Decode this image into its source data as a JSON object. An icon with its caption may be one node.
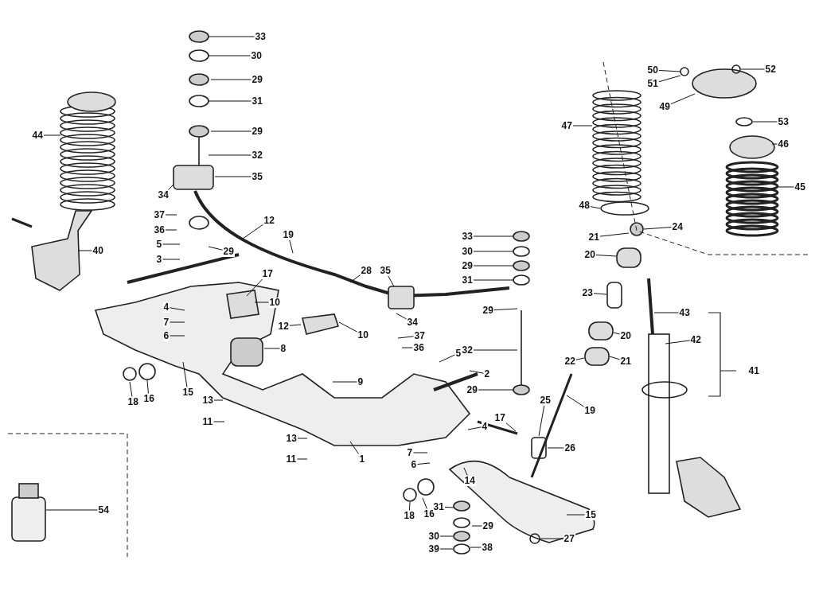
{
  "diagram": {
    "nodes": [
      {
        "text": [
          "33"
        ]
      },
      {
        "text": [
          "30"
        ]
      },
      {
        "text": [
          "29"
        ]
      },
      {
        "text": [
          "31"
        ]
      },
      {
        "text": [
          "29"
        ]
      },
      {
        "text": [
          "32"
        ]
      },
      {
        "text": [
          "35"
        ]
      },
      {
        "text": [
          "34"
        ]
      },
      {
        "text": [
          "44"
        ]
      },
      {
        "text": [
          "40"
        ]
      },
      {
        "text": [
          "37"
        ]
      },
      {
        "text": [
          "36"
        ]
      },
      {
        "text": [
          "5"
        ]
      },
      {
        "text": [
          "3"
        ]
      },
      {
        "text": [
          "12"
        ]
      },
      {
        "text": [
          "19"
        ]
      },
      {
        "text": [
          "29"
        ]
      },
      {
        "text": [
          "17"
        ]
      },
      {
        "text": [
          "10"
        ]
      },
      {
        "text": [
          "4"
        ]
      },
      {
        "text": [
          "7"
        ]
      },
      {
        "text": [
          "6"
        ]
      },
      {
        "text": [
          "12"
        ]
      },
      {
        "text": [
          "10"
        ]
      },
      {
        "text": [
          "8"
        ]
      },
      {
        "text": [
          "9"
        ]
      },
      {
        "text": [
          "18"
        ]
      },
      {
        "text": [
          "16"
        ]
      },
      {
        "text": [
          "15"
        ]
      },
      {
        "text": [
          "13"
        ]
      },
      {
        "text": [
          "11"
        ]
      },
      {
        "text": [
          "13"
        ]
      },
      {
        "text": [
          "11"
        ]
      },
      {
        "text": [
          "1"
        ]
      },
      {
        "text": [
          "28"
        ]
      },
      {
        "text": [
          "35"
        ]
      },
      {
        "text": [
          "33"
        ]
      },
      {
        "text": [
          "30"
        ]
      },
      {
        "text": [
          "29"
        ]
      },
      {
        "text": [
          "31"
        ]
      },
      {
        "text": [
          "29"
        ]
      },
      {
        "text": [
          "34"
        ]
      },
      {
        "text": [
          "37"
        ]
      },
      {
        "text": [
          "36"
        ]
      },
      {
        "text": [
          "5"
        ]
      },
      {
        "text": [
          "32"
        ]
      },
      {
        "text": [
          "2"
        ]
      },
      {
        "text": [
          "29"
        ]
      },
      {
        "text": [
          "17"
        ]
      },
      {
        "text": [
          "4"
        ]
      },
      {
        "text": [
          "7"
        ]
      },
      {
        "text": [
          "6"
        ]
      },
      {
        "text": [
          "25"
        ]
      },
      {
        "text": [
          "19"
        ]
      },
      {
        "text": [
          "26"
        ]
      },
      {
        "text": [
          "14"
        ]
      },
      {
        "text": [
          "18"
        ]
      },
      {
        "text": [
          "16"
        ]
      },
      {
        "text": [
          "31"
        ]
      },
      {
        "text": [
          "29"
        ]
      },
      {
        "text": [
          "30"
        ]
      },
      {
        "text": [
          "39"
        ]
      },
      {
        "text": [
          "38"
        ]
      },
      {
        "text": [
          "27"
        ]
      },
      {
        "text": [
          "15"
        ]
      },
      {
        "text": [
          "54"
        ]
      },
      {
        "text": [
          "47"
        ]
      },
      {
        "text": [
          "48"
        ]
      },
      {
        "text": [
          "24"
        ]
      },
      {
        "text": [
          "21"
        ]
      },
      {
        "text": [
          "20"
        ]
      },
      {
        "text": [
          "23"
        ]
      },
      {
        "text": [
          "20"
        ]
      },
      {
        "text": [
          "22"
        ]
      },
      {
        "text": [
          "21"
        ]
      },
      {
        "text": [
          "43"
        ]
      },
      {
        "text": [
          "42"
        ]
      },
      {
        "text": [
          "50"
        ]
      },
      {
        "text": [
          "51"
        ]
      },
      {
        "text": [
          "52"
        ]
      },
      {
        "text": [
          "49"
        ]
      },
      {
        "text": [
          "53"
        ]
      },
      {
        "text": [
          "46"
        ]
      },
      {
        "text": [
          "45"
        ]
      },
      {
        "text": [
          "41"
        ]
      }
    ],
    "edges": [
      {
        "from": 0,
        "to": null,
        "arrow": "none"
      },
      {
        "from": 1,
        "to": null,
        "arrow": "none"
      },
      {
        "from": 2,
        "to": null,
        "arrow": "none"
      },
      {
        "from": 3,
        "to": null,
        "arrow": "none"
      },
      {
        "from": 4,
        "to": null,
        "arrow": "none"
      },
      {
        "from": 5,
        "to": null,
        "arrow": "none"
      },
      {
        "from": 6,
        "to": null,
        "arrow": "none"
      },
      {
        "from": 7,
        "to": null,
        "arrow": "none"
      },
      {
        "from": 8,
        "to": null,
        "arrow": "none"
      },
      {
        "from": 9,
        "to": null,
        "arrow": "none"
      },
      {
        "from": 10,
        "to": null,
        "arrow": "none"
      },
      {
        "from": 11,
        "to": null,
        "arrow": "none"
      },
      {
        "from": 12,
        "to": null,
        "arrow": "none"
      },
      {
        "from": 13,
        "to": null,
        "arrow": "none"
      },
      {
        "from": 14,
        "to": null,
        "arrow": "none"
      },
      {
        "from": 15,
        "to": null,
        "arrow": "none"
      },
      {
        "from": 16,
        "to": null,
        "arrow": "none"
      },
      {
        "from": 17,
        "to": null,
        "arrow": "none"
      },
      {
        "from": 18,
        "to": null,
        "arrow": "none"
      },
      {
        "from": 19,
        "to": null,
        "arrow": "none"
      },
      {
        "from": 20,
        "to": null,
        "arrow": "none"
      },
      {
        "from": 21,
        "to": null,
        "arrow": "none"
      },
      {
        "from": 22,
        "to": null,
        "arrow": "none"
      },
      {
        "from": 23,
        "to": null,
        "arrow": "none"
      },
      {
        "from": 24,
        "to": null,
        "arrow": "none"
      },
      {
        "from": 25,
        "to": null,
        "arrow": "none"
      },
      {
        "from": 26,
        "to": null,
        "arrow": "none"
      },
      {
        "from": 27,
        "to": null,
        "arrow": "none"
      },
      {
        "from": 28,
        "to": null,
        "arrow": "none"
      },
      {
        "from": 29,
        "to": null,
        "arrow": "none"
      },
      {
        "from": 30,
        "to": null,
        "arrow": "none"
      },
      {
        "from": 31,
        "to": null,
        "arrow": "none"
      },
      {
        "from": 32,
        "to": null,
        "arrow": "none"
      },
      {
        "from": 33,
        "to": null,
        "arrow": "none"
      },
      {
        "from": 34,
        "to": null,
        "arrow": "none"
      },
      {
        "from": 35,
        "to": null,
        "arrow": "none"
      },
      {
        "from": 36,
        "to": null,
        "arrow": "none"
      },
      {
        "from": 37,
        "to": null,
        "arrow": "none"
      },
      {
        "from": 38,
        "to": null,
        "arrow": "none"
      },
      {
        "from": 39,
        "to": null,
        "arrow": "none"
      },
      {
        "from": 40,
        "to": null,
        "arrow": "none"
      },
      {
        "from": 41,
        "to": null,
        "arrow": "none"
      },
      {
        "from": 42,
        "to": null,
        "arrow": "none"
      },
      {
        "from": 43,
        "to": null,
        "arrow": "none"
      },
      {
        "from": 44,
        "to": null,
        "arrow": "none"
      },
      {
        "from": 45,
        "to": null,
        "arrow": "none"
      },
      {
        "from": 46,
        "to": null,
        "arrow": "none"
      },
      {
        "from": 47,
        "to": null,
        "arrow": "none"
      },
      {
        "from": 48,
        "to": null,
        "arrow": "none"
      },
      {
        "from": 49,
        "to": null,
        "arrow": "none"
      },
      {
        "from": 50,
        "to": null,
        "arrow": "none"
      },
      {
        "from": 51,
        "to": null,
        "arrow": "none"
      },
      {
        "from": 52,
        "to": null,
        "arrow": "none"
      },
      {
        "from": 53,
        "to": null,
        "arrow": "none"
      },
      {
        "from": 54,
        "to": null,
        "arrow": "none"
      },
      {
        "from": 55,
        "to": null,
        "arrow": "none"
      },
      {
        "from": 56,
        "to": null,
        "arrow": "none"
      },
      {
        "from": 57,
        "to": null,
        "arrow": "none"
      },
      {
        "from": 58,
        "to": null,
        "arrow": "none"
      },
      {
        "from": 59,
        "to": null,
        "arrow": "none"
      },
      {
        "from": 60,
        "to": null,
        "arrow": "none"
      },
      {
        "from": 61,
        "to": null,
        "arrow": "none"
      },
      {
        "from": 62,
        "to": null,
        "arrow": "none"
      },
      {
        "from": 63,
        "to": null,
        "arrow": "none"
      },
      {
        "from": 64,
        "to": null,
        "arrow": "none"
      },
      {
        "from": 65,
        "to": null,
        "arrow": "none"
      },
      {
        "from": 66,
        "to": null,
        "arrow": "none"
      },
      {
        "from": 67,
        "to": null,
        "arrow": "none"
      },
      {
        "from": 68,
        "to": null,
        "arrow": "none"
      },
      {
        "from": 69,
        "to": null,
        "arrow": "none"
      },
      {
        "from": 70,
        "to": null,
        "arrow": "none"
      },
      {
        "from": 71,
        "to": null,
        "arrow": "none"
      },
      {
        "from": 72,
        "to": null,
        "arrow": "none"
      },
      {
        "from": 73,
        "to": null,
        "arrow": "none"
      },
      {
        "from": 74,
        "to": null,
        "arrow": "none"
      },
      {
        "from": 75,
        "to": null,
        "arrow": "none"
      },
      {
        "from": 76,
        "to": null,
        "arrow": "none"
      },
      {
        "from": 77,
        "to": null,
        "arrow": "none"
      },
      {
        "from": 78,
        "to": null,
        "arrow": "none"
      },
      {
        "from": 79,
        "to": null,
        "arrow": "none"
      },
      {
        "from": 80,
        "to": null,
        "arrow": "none"
      },
      {
        "from": 81,
        "to": null,
        "arrow": "none"
      },
      {
        "from": 82,
        "to": null,
        "arrow": "none"
      },
      {
        "from": 83,
        "to": null,
        "arrow": "none"
      }
    ]
  }
}
